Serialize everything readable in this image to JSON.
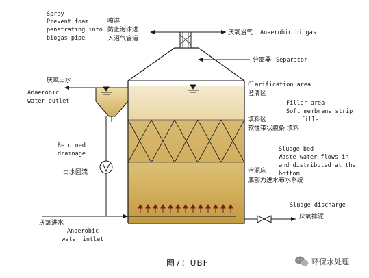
{
  "colors": {
    "liquid_light": "#e9d9a6",
    "liquid_dark": "#c8a24c",
    "filler_fill": "#c39a44",
    "line": "#1a1a1a"
  },
  "labels": {
    "spray_en": [
      "Spray",
      "Prevent foam",
      "penetrating into",
      "biogas pipe"
    ],
    "spray_cn": [
      "喷淋",
      "防止泡沫进",
      "入沼气管道"
    ],
    "biogas_cn": "厌氧沼气",
    "biogas_en": "Anaerobic biogas",
    "separator_cn": "分离器",
    "separator_en": "Separator",
    "outlet_cn": "厌氧出水",
    "outlet_en": [
      "Anaerobic",
      "water outlet"
    ],
    "clarification_en": "Clarification area",
    "clarification_cn": "澄清区",
    "filler_en": [
      "Filler area",
      "Soft membrane strip",
      "filler"
    ],
    "filler_cn": [
      "填料区",
      "软性带状膜条 填料"
    ],
    "returned_en": [
      "Returned",
      "drainage"
    ],
    "returned_cn": "出水回流",
    "sludge_bed_en": [
      "Sludge bed",
      "Waste water flows in",
      "and distributed at the",
      "bottom"
    ],
    "sludge_bed_cn": [
      "污泥床",
      "底部为进水布水系统"
    ],
    "sludge_discharge_en": "Sludge discharge",
    "sludge_discharge_cn": "厌氧排泥",
    "inlet_cn": "厌氧进水",
    "inlet_en": [
      "Anaerobic",
      "water intlet"
    ],
    "caption": "图7：UBF",
    "watermark": "环保水处理"
  },
  "icons": {
    "pump": "pump-icon",
    "valve": "valve-icon",
    "wechat": "wechat-icon"
  }
}
